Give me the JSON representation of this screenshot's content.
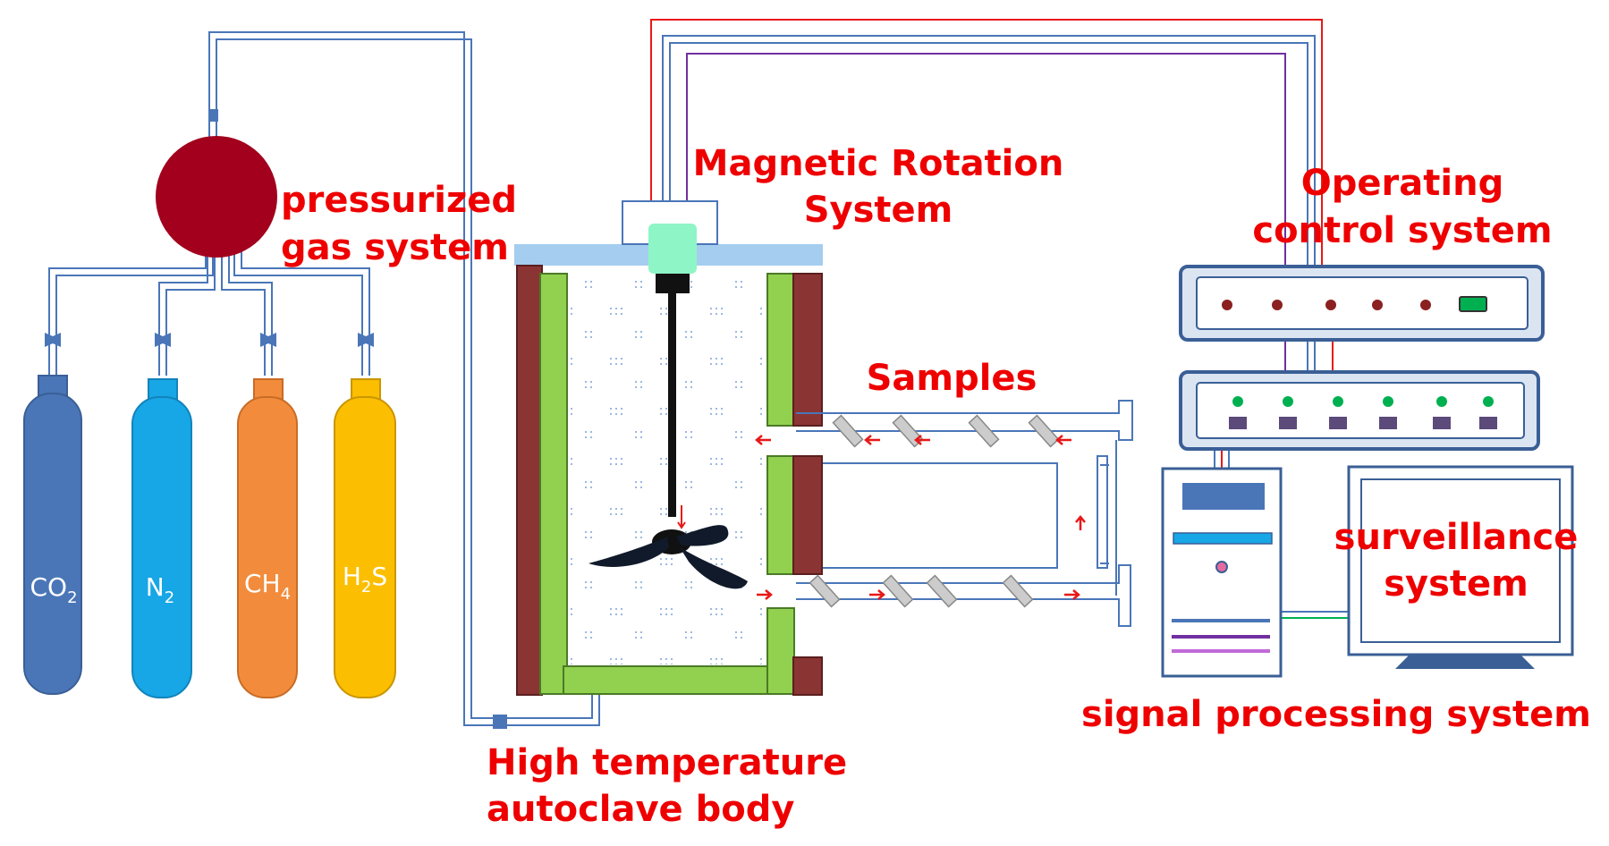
{
  "labels": {
    "pressurized_line1": "pressurized",
    "pressurized_line2": "gas system",
    "magnetic_line1": "Magnetic Rotation",
    "magnetic_line2": "System",
    "operating_line1": "Operating",
    "operating_line2": "control system",
    "samples": "Samples",
    "surveillance_line1": "surveillance",
    "surveillance_line2": "system",
    "signal_processing": "signal processing system",
    "autoclave_line1": "High temperature",
    "autoclave_line2": "autoclave body"
  },
  "gases": [
    {
      "base": "CO",
      "sub": "2",
      "color": "#4a76b8"
    },
    {
      "base": "N",
      "sub": "2",
      "color": "#17a6e6"
    },
    {
      "base": "CH",
      "sub": "4",
      "color": "#f28c3c"
    },
    {
      "base": "H",
      "sub": "2",
      "post": "S",
      "color": "#fcbe00"
    }
  ],
  "colors": {
    "label": "#ee0000",
    "gas_sphere": "#a2001c",
    "pipe": "#4a76b8",
    "wall_outer": "#8b3434",
    "wall_inner": "#92d050",
    "lid": "#a5cdef",
    "motor": "#8ef5c6",
    "wire_red": "#e81818",
    "wire_purple": "#7030a0",
    "indicator_red": "#8b2020",
    "indicator_green": "#00b050",
    "indicator_square": "#5b4a7a"
  }
}
